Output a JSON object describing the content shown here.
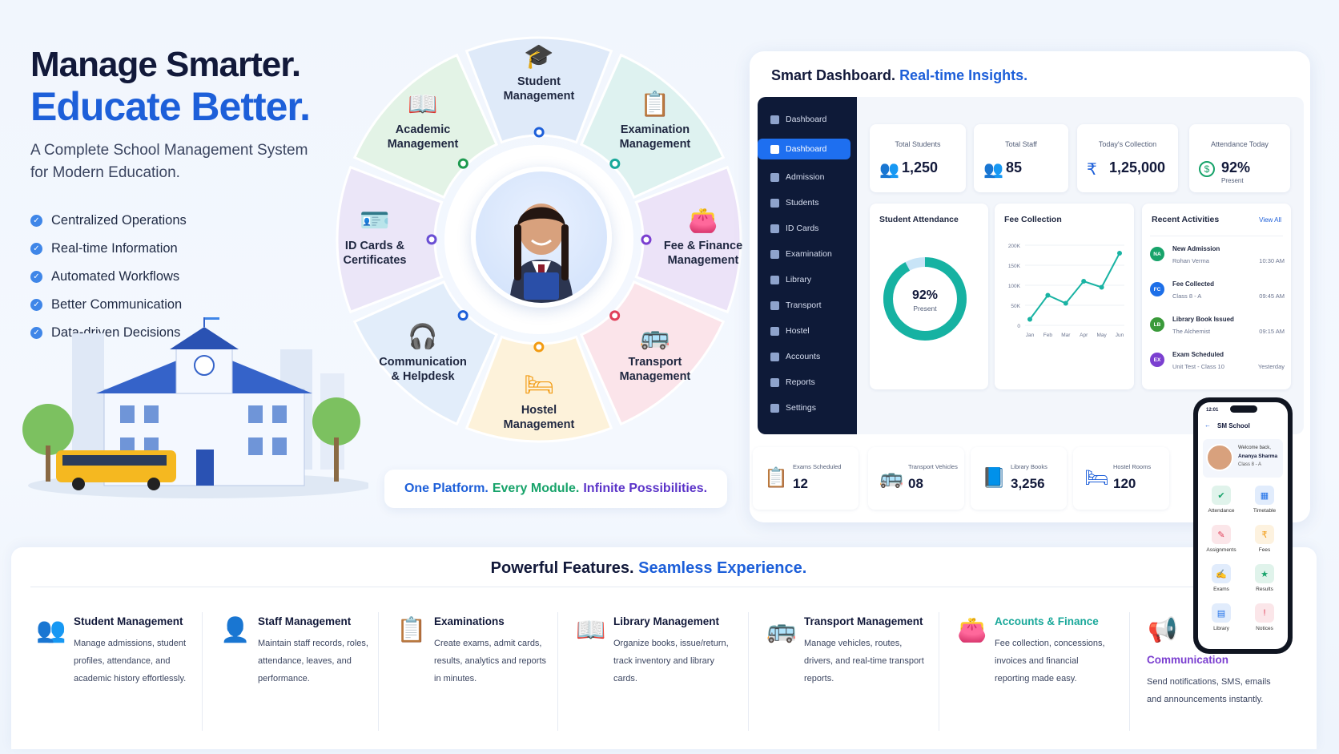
{
  "hero": {
    "title_line1": "Manage Smarter.",
    "title_line2": "Educate Better.",
    "subtitle": "A Complete School Management System for Modern Education.",
    "bullets": [
      "Centralized Operations",
      "Real-time Information",
      "Automated Workflows",
      "Better Communication",
      "Data-driven Decisions"
    ]
  },
  "wheel": {
    "modules": [
      {
        "l1": "Student",
        "l2": "Management",
        "color": "#dfeaf9",
        "icon": "graduation-cap-icon",
        "accent": "#1d5fd9"
      },
      {
        "l1": "Examination",
        "l2": "Management",
        "color": "#def2f0",
        "icon": "clipboard-check-icon",
        "accent": "#19a89a"
      },
      {
        "l1": "Fee & Finance",
        "l2": "Management",
        "color": "#ece3f8",
        "icon": "wallet-icon",
        "accent": "#7b3fd0"
      },
      {
        "l1": "Transport",
        "l2": "Management",
        "color": "#fbe4ea",
        "icon": "bus-icon",
        "accent": "#e0405a"
      },
      {
        "l1": "Hostel",
        "l2": "Management",
        "color": "#fdf2da",
        "icon": "bed-icon",
        "accent": "#f29b12"
      },
      {
        "l1": "Communication",
        "l2": "& Helpdesk",
        "color": "#e2edfa",
        "icon": "headset-icon",
        "accent": "#1d5fd9"
      },
      {
        "l1": "ID Cards &",
        "l2": "Certificates",
        "color": "#ebe6f8",
        "icon": "id-card-icon",
        "accent": "#6a4fd4"
      },
      {
        "l1": "Academic",
        "l2": "Management",
        "color": "#e3f3e6",
        "icon": "book-icon",
        "accent": "#1e9a50"
      }
    ],
    "tagline": {
      "p1": "One Platform.",
      "p2": "Every Module.",
      "p3": "Infinite Possibilities."
    }
  },
  "dashboard": {
    "title": "Smart Dashboard.",
    "title_accent": "Real-time Insights.",
    "sidebar": [
      "Dashboard",
      "Dashboard",
      "Admission",
      "Students",
      "ID Cards",
      "Examination",
      "Library",
      "Transport",
      "Hostel",
      "Accounts",
      "Reports",
      "Settings"
    ],
    "stats": [
      {
        "label": "Total Students",
        "value": "1,250",
        "icon": "students-icon"
      },
      {
        "label": "Total Staff",
        "value": "85",
        "icon": "staff-icon"
      },
      {
        "label": "Today's Collection",
        "value": "1,25,000",
        "icon": "rupee-icon",
        "symbol": "₹"
      },
      {
        "label": "Attendance Today",
        "value": "92%",
        "sub": "Present",
        "icon": "dollar-circle-icon",
        "symbol": "$"
      }
    ],
    "attendance": {
      "title": "Student Attendance",
      "value": "92%",
      "sub": "Present",
      "fraction": 0.92
    },
    "fee": {
      "title": "Fee Collection"
    },
    "activities": {
      "title": "Recent Activities",
      "view_all": "View All",
      "items": [
        {
          "badge": "NA",
          "title": "New Admission",
          "sub": "Rohan Verma",
          "time": "10:30 AM",
          "color": "#17a36a"
        },
        {
          "badge": "FC",
          "title": "Fee Collected",
          "sub": "Class 8 - A",
          "time": "09:45 AM",
          "color": "#1d6fe8"
        },
        {
          "badge": "LB",
          "title": "Library Book Issued",
          "sub": "The Alchemist",
          "time": "09:15 AM",
          "color": "#3a9a3a"
        },
        {
          "badge": "EX",
          "title": "Exam Scheduled",
          "sub": "Unit Test - Class 10",
          "time": "Yesterday",
          "color": "#7b3fd0"
        }
      ]
    },
    "mini_stats": [
      {
        "label": "Exams Scheduled",
        "value": "12",
        "icon": "clipboard-icon",
        "color": "#1d5fd9"
      },
      {
        "label": "Transport Vehicles",
        "value": "08",
        "icon": "bus-icon",
        "color": "#17a36a"
      },
      {
        "label": "Library Books",
        "value": "3,256",
        "icon": "book-icon",
        "color": "#1d5fd9"
      },
      {
        "label": "Hostel Rooms",
        "value": "120",
        "icon": "bed-icon",
        "color": "#1d5fd9"
      }
    ]
  },
  "chart_data": {
    "type": "line",
    "title": "Fee Collection",
    "categories": [
      "Jan",
      "Feb",
      "Mar",
      "Apr",
      "May",
      "Jun"
    ],
    "values": [
      15,
      75,
      55,
      110,
      95,
      180
    ],
    "y_ticks": [
      "0",
      "50K",
      "100K",
      "150K",
      "200K"
    ],
    "ylim": [
      0,
      200
    ],
    "grid": true,
    "color": "#19b3a3"
  },
  "phone": {
    "time": "12:01",
    "title": "SM School",
    "welcome": "Welcome back,",
    "name": "Ananya Sharma",
    "cls": "Class 8 - A",
    "tiles": [
      {
        "label": "Attendance",
        "color": "#17a36a",
        "icon": "calendar-check-icon"
      },
      {
        "label": "Timetable",
        "color": "#1d6fe8",
        "icon": "timetable-icon"
      },
      {
        "label": "Assignments",
        "color": "#e0405a",
        "icon": "assignment-icon"
      },
      {
        "label": "Fees",
        "color": "#f29b12",
        "icon": "fees-icon"
      },
      {
        "label": "Exams",
        "color": "#1d6fe8",
        "icon": "exam-icon"
      },
      {
        "label": "Results",
        "color": "#17a36a",
        "icon": "results-icon"
      },
      {
        "label": "Library",
        "color": "#1d6fe8",
        "icon": "library-icon"
      },
      {
        "label": "Notices",
        "color": "#e0405a",
        "icon": "notice-icon"
      }
    ]
  },
  "features": {
    "title": "Powerful Features.",
    "title_accent": "Seamless Experience.",
    "items": [
      {
        "title": "Student Management",
        "desc": "Manage admissions, student profiles, attendance, and academic history effortlessly.",
        "icon": "students-icon",
        "color": "#1d5fd9"
      },
      {
        "title": "Staff Management",
        "desc": "Maintain staff records, roles, attendance, leaves, and performance.",
        "icon": "staff-icon",
        "color": "#17a36a"
      },
      {
        "title": "Examinations",
        "desc": "Create exams, admit cards, results, analytics and reports in minutes.",
        "icon": "clipboard-icon",
        "color": "#7b3fd0"
      },
      {
        "title": "Library Management",
        "desc": "Organize books, issue/return, track inventory and library cards.",
        "icon": "book-icon",
        "color": "#f29b12"
      },
      {
        "title": "Transport Management",
        "desc": "Manage vehicles, routes, drivers, and real-time transport reports.",
        "icon": "bus-icon",
        "color": "#e0405a"
      },
      {
        "title": "Accounts & Finance",
        "desc": "Fee collection, concessions, invoices and financial reporting made easy.",
        "icon": "wallet-icon",
        "color": "#19a89a"
      },
      {
        "title": "Communication",
        "desc": "Send notifications, SMS, emails and announcements instantly.",
        "icon": "megaphone-icon",
        "color": "#7b3fd0"
      }
    ]
  }
}
